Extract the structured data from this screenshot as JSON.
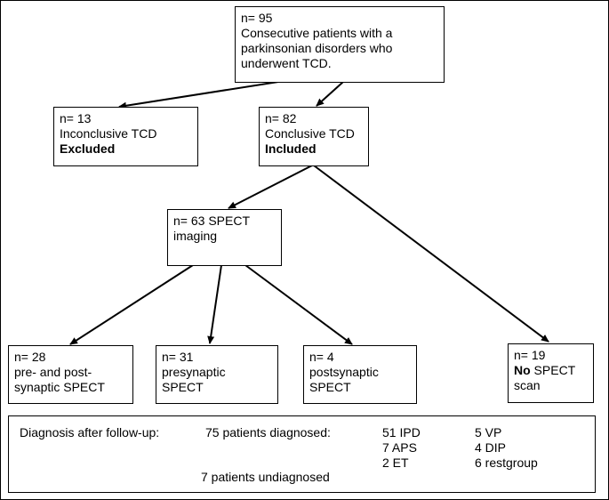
{
  "boxes": {
    "root": {
      "n": "n= 95",
      "line1": "Consecutive patients with a",
      "line2": "parkinsonian disorders who",
      "line3": "underwent TCD."
    },
    "inconclusive": {
      "n": "n= 13",
      "label": "Inconclusive TCD",
      "status": "Excluded"
    },
    "conclusive": {
      "n": "n= 82",
      "label": "Conclusive TCD",
      "status": "Included"
    },
    "spect": {
      "line1": "n= 63 SPECT",
      "line2": "imaging"
    },
    "prepost": {
      "n": "n= 28",
      "line1": "pre- and post-",
      "line2": "synaptic SPECT"
    },
    "presyn": {
      "n": "n= 31",
      "line1": "presynaptic",
      "line2": "SPECT"
    },
    "postsyn": {
      "n": "n= 4",
      "line1": "postsynaptic",
      "line2": "SPECT"
    },
    "nospect": {
      "n": "n= 19",
      "bold": "No",
      "rest": " SPECT",
      "line2": "scan"
    }
  },
  "diagnosis": {
    "heading": "Diagnosis after follow-up:",
    "diagnosed": "75 patients diagnosed:",
    "undiagnosed": "7 patients undiagnosed",
    "col1": [
      "51 IPD",
      "7 APS",
      "2 ET"
    ],
    "col2": [
      "5 VP",
      "4 DIP",
      "6 restgroup"
    ]
  }
}
